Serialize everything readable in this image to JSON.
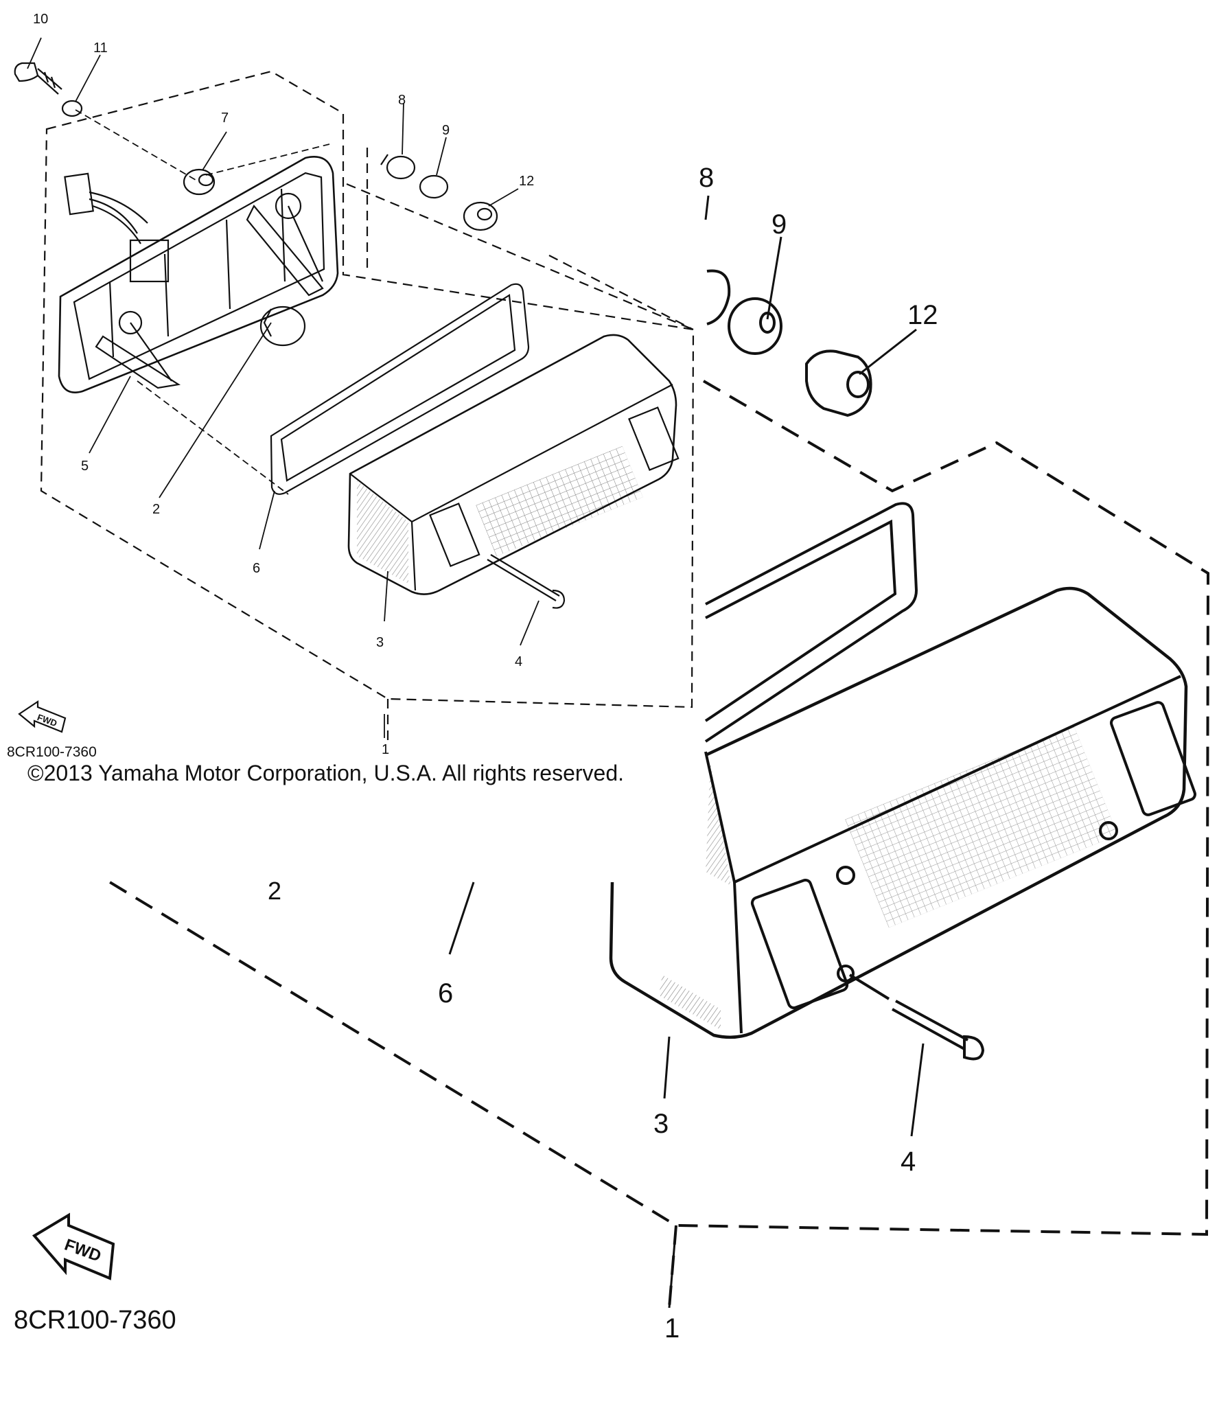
{
  "diagram": {
    "colors": {
      "ink": "#111111",
      "background": "#ffffff"
    },
    "small_view": {
      "part_labels": [
        "10",
        "11",
        "7",
        "8",
        "9",
        "12",
        "5",
        "2",
        "6",
        "3",
        "4",
        "1"
      ],
      "fwd_label": "FWD",
      "part_code": "8CR100-7360"
    },
    "copyright": "©2013 Yamaha Motor Corporation, U.S.A. All rights reserved.",
    "large_view": {
      "part_labels": [
        "8",
        "9",
        "12",
        "2",
        "6",
        "3",
        "4",
        "1"
      ],
      "fwd_label": "FWD",
      "part_code": "8CR100-7360"
    }
  }
}
